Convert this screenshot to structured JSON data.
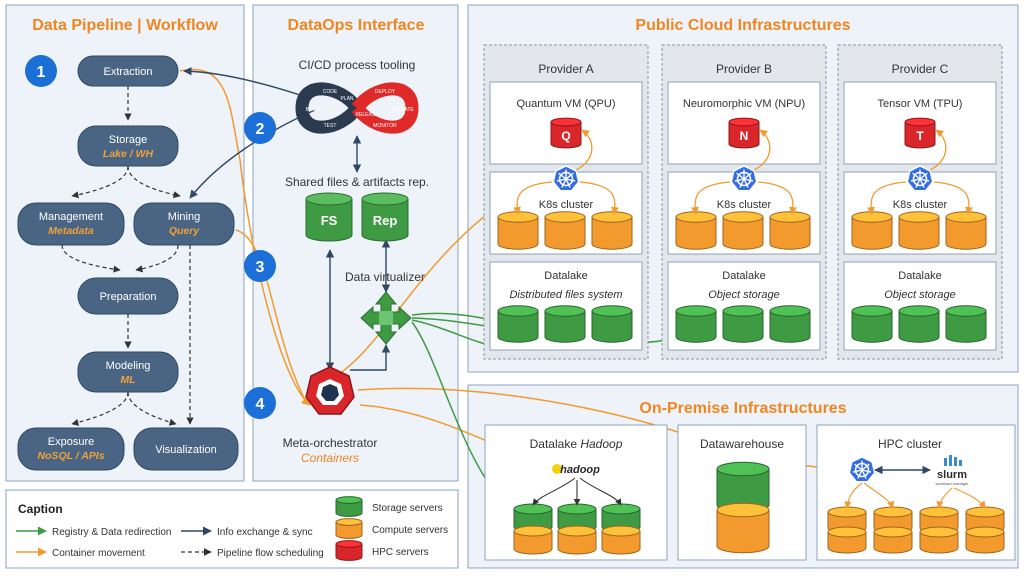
{
  "sections": {
    "pipeline_title": "Data Pipeline | Workflow",
    "dataops_title": "DataOps Interface",
    "cloud_title": "Public Cloud Infrastructures",
    "onprem_title": "On-Premise Infrastructures"
  },
  "pipeline": {
    "extraction": "Extraction",
    "storage": "Storage",
    "storage_sub": "Lake / WH",
    "management": "Management",
    "management_sub": "Metadata",
    "mining": "Mining",
    "mining_sub": "Query",
    "preparation": "Preparation",
    "modeling": "Modeling",
    "modeling_sub": "ML",
    "exposure": "Exposure",
    "exposure_sub": "NoSQL / APIs",
    "visualization": "Visualization"
  },
  "badges": [
    "1",
    "2",
    "3",
    "4"
  ],
  "dataops": {
    "cicd": "CI/CD process tooling",
    "loop_labels": [
      "BUILD",
      "CODE",
      "PLAN",
      "TEST",
      "RELEASE",
      "DEPLOY",
      "OPERATE",
      "MONITOR"
    ],
    "shared": "Shared files & artifacts rep.",
    "fs": "FS",
    "rep": "Rep",
    "virtualizer": "Data virtualizer",
    "orchestrator": "Meta-orchestrator",
    "orchestrator_sub": "Containers"
  },
  "providers": [
    {
      "name": "Provider A",
      "vm": "Quantum VM (QPU)",
      "letter": "Q",
      "k8s": "K8s cluster",
      "lake": "Datalake",
      "lake_sub": "Distributed files system"
    },
    {
      "name": "Provider B",
      "vm": "Neuromorphic VM (NPU)",
      "letter": "N",
      "k8s": "K8s cluster",
      "lake": "Datalake",
      "lake_sub": "Object storage"
    },
    {
      "name": "Provider C",
      "vm": "Tensor VM (TPU)",
      "letter": "T",
      "k8s": "K8s cluster",
      "lake": "Datalake",
      "lake_sub": "Object storage"
    }
  ],
  "onprem": {
    "hadoop_prefix": "Datalake ",
    "hadoop_name": "Hadoop",
    "hadoop_logo": "hadoop",
    "dwh": "Datawarehouse",
    "hpc": "HPC cluster",
    "slurm": "slurm",
    "slurm_sub": "workload manager"
  },
  "caption": {
    "title": "Caption",
    "items": [
      "Registry & Data redirection",
      "Info exchange & sync",
      "Container movement",
      "Pipeline flow scheduling"
    ],
    "legend": [
      "Storage servers",
      "Compute servers",
      "HPC servers"
    ]
  },
  "colors": {
    "storage": "#3f9a44",
    "compute": "#f29a2e",
    "hpc": "#d9262b",
    "pill": "#4a6583",
    "accent": "#f0861f",
    "badge": "#1c6fd6",
    "k8s": "#326ce5"
  }
}
